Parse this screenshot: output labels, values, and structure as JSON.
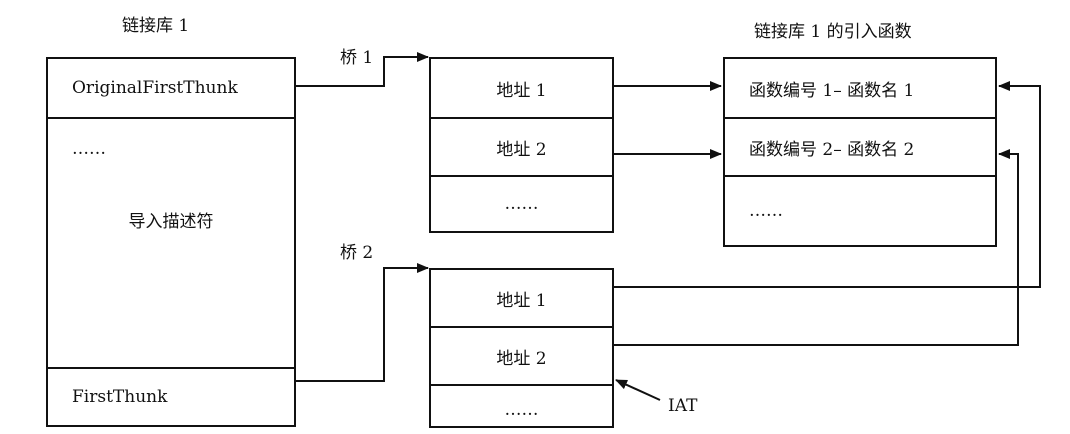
{
  "lib": {
    "title": "链接库 1",
    "original_first_thunk": "OriginalFirstThunk",
    "ellipsis": "……",
    "descriptor": "导入描述符",
    "first_thunk": "FirstThunk"
  },
  "bridge1": {
    "label": "桥 1",
    "rows": [
      "地址 1",
      "地址 2",
      "……"
    ]
  },
  "bridge2": {
    "label": "桥 2",
    "rows": [
      "地址 1",
      "地址 2",
      "……"
    ]
  },
  "imports": {
    "title": "链接库 1 的引入函数",
    "rows": [
      "函数编号 1– 函数名 1",
      "函数编号 2– 函数名 2",
      "……"
    ]
  },
  "iat_label": "IAT"
}
